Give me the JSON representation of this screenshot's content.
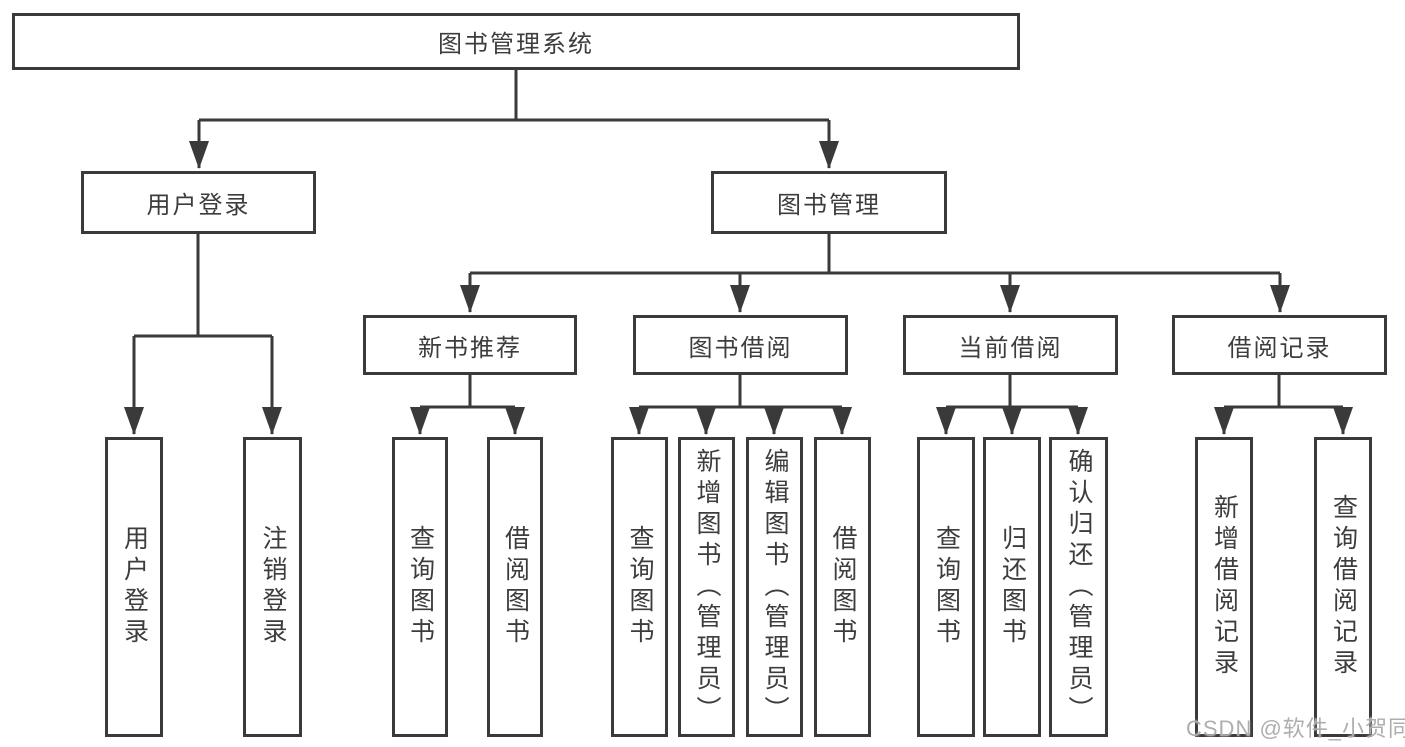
{
  "tree": {
    "label": "图书管理系统",
    "children": [
      {
        "label": "用户登录",
        "children": [
          {
            "label": "用户登录"
          },
          {
            "label": "注销登录"
          }
        ]
      },
      {
        "label": "图书管理",
        "children": [
          {
            "label": "新书推荐",
            "children": [
              {
                "label": "查询图书"
              },
              {
                "label": "借阅图书"
              }
            ]
          },
          {
            "label": "图书借阅",
            "children": [
              {
                "label": "查询图书"
              },
              {
                "label": "新增图书（管理员）"
              },
              {
                "label": "编辑图书（管理员）"
              },
              {
                "label": "借阅图书"
              }
            ]
          },
          {
            "label": "当前借阅",
            "children": [
              {
                "label": "查询图书"
              },
              {
                "label": "归还图书"
              },
              {
                "label": "确认归还（管理员）"
              }
            ]
          },
          {
            "label": "借阅记录",
            "children": [
              {
                "label": "新增借阅记录"
              },
              {
                "label": "查询借阅记录"
              }
            ]
          }
        ]
      }
    ]
  },
  "watermark": "CSDN @软件_小贺同学",
  "colors": {
    "line": "#3a3a3a",
    "text": "#3d3d3d",
    "box_background": "#ffffff",
    "page_background": "#ffffff",
    "watermark": "#aaaaaa"
  }
}
